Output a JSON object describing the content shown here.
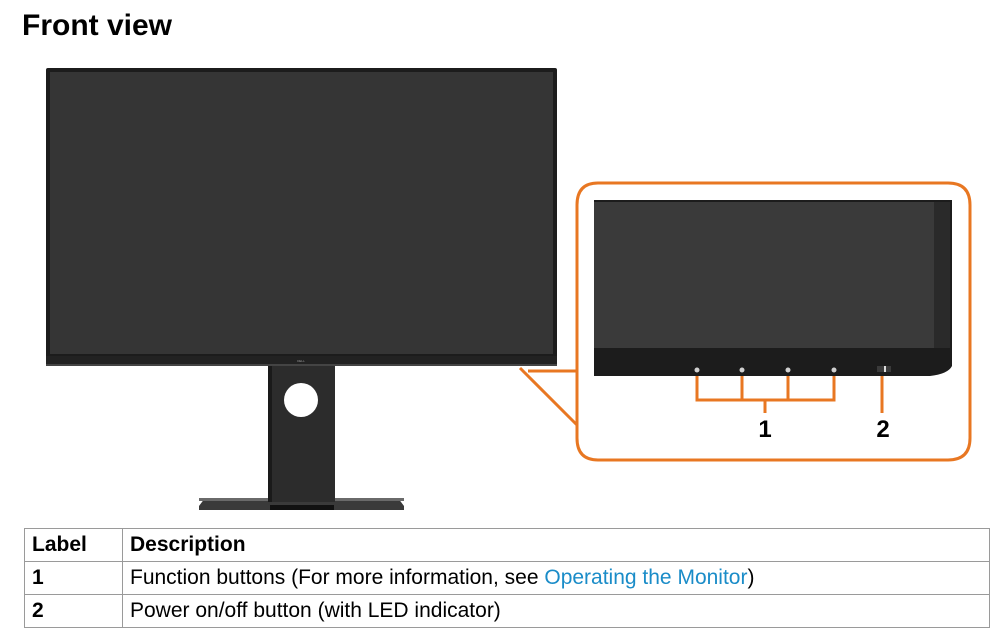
{
  "page": {
    "title": "Front view"
  },
  "figure": {
    "monitor_logo": "DELL",
    "callout_labels": [
      "1",
      "2"
    ],
    "colors": {
      "callout": "#e87722",
      "bezel": "#1e1e1e",
      "screen": "#333333",
      "stand": "#2a2a2a"
    }
  },
  "table": {
    "headers": [
      "Label",
      "Description"
    ],
    "rows": [
      {
        "label": "1",
        "description_prefix": "Function buttons (For more information, see ",
        "link_text": "Operating the Monitor",
        "description_suffix": ")"
      },
      {
        "label": "2",
        "description_prefix": "Power on/off button (with LED indicator)",
        "link_text": "",
        "description_suffix": ""
      }
    ]
  }
}
